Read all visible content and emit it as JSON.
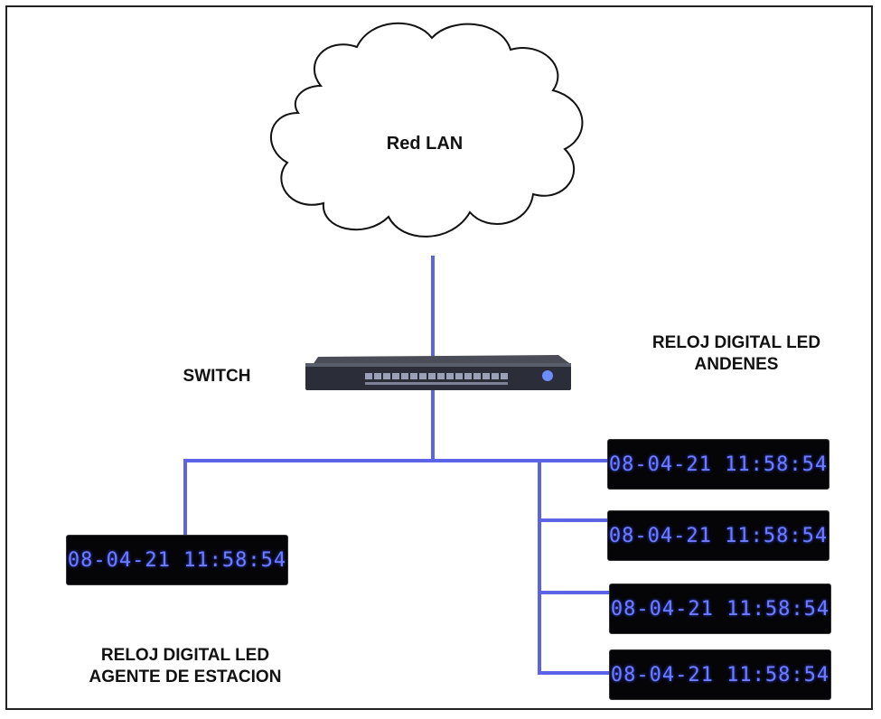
{
  "cloud": {
    "label": "Red LAN"
  },
  "switch": {
    "label": "SWITCH"
  },
  "platform_clocks": {
    "label_line1": "RELOJ DIGITAL LED",
    "label_line2": "ANDENES",
    "displays": [
      "08-04-21 11:58:54",
      "08-04-21 11:58:54",
      "08-04-21 11:58:54",
      "08-04-21 11:58:54"
    ]
  },
  "agent_clock": {
    "label_line1": "RELOJ DIGITAL LED",
    "label_line2": "AGENTE DE ESTACION",
    "display": "08-04-21 11:58:54"
  },
  "colors": {
    "link": "#5b63e6",
    "led_text": "#6d7cff",
    "led_bg": "#050508"
  }
}
